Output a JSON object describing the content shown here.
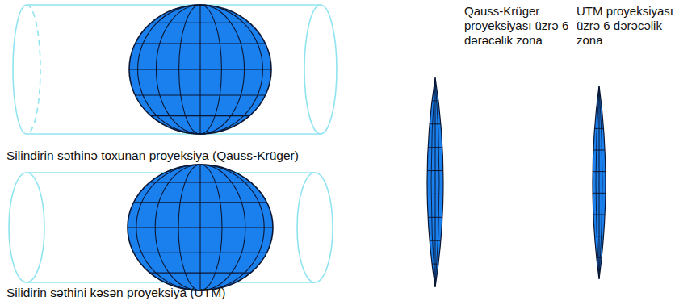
{
  "diagram": {
    "labels": [
      "Qauss-Krüger proyeksiyası üzrə 6 dərəcəlik zona",
      "UTM proyeksiyası üzrə 6 dərəcəlik zona",
      "Silindirin səthinə toxunan proyeksiya (Qauss-Krüger)",
      "Silidirin səthini kəsən proyeksiya (UTM)"
    ]
  }
}
